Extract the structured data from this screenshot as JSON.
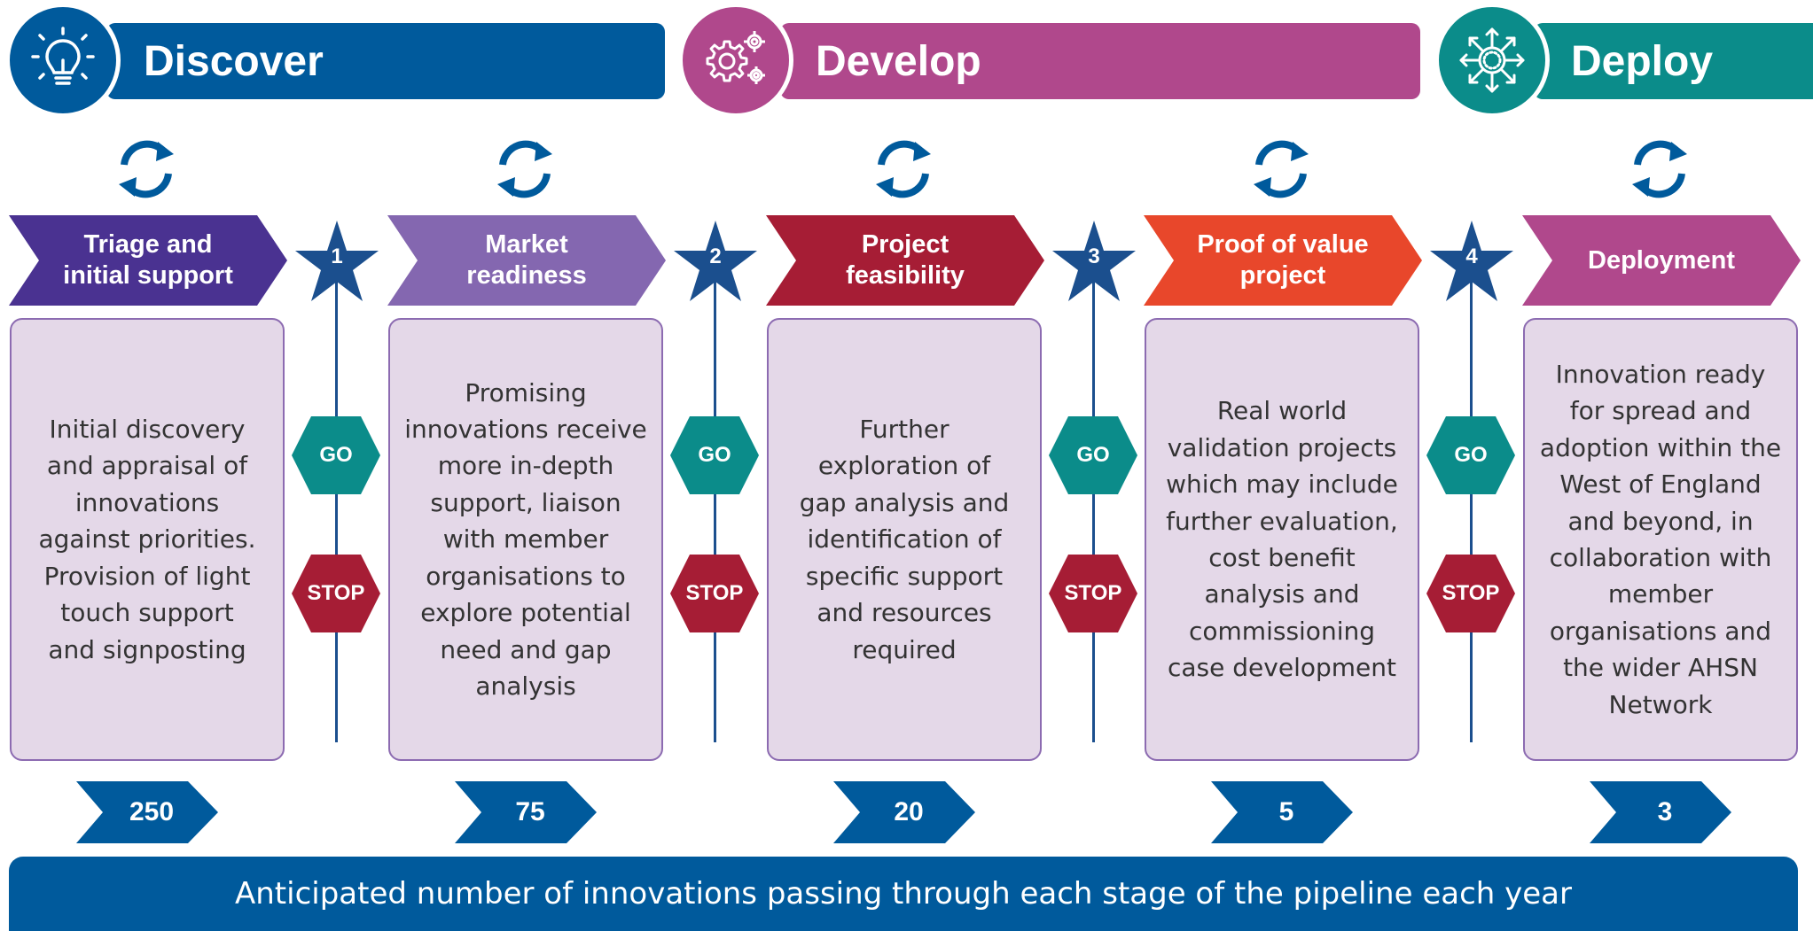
{
  "phases": [
    {
      "label": "Discover",
      "color": "#005a9c",
      "icon": "lightbulb-icon"
    },
    {
      "label": "Develop",
      "color": "#b0488c",
      "icon": "gears-icon"
    },
    {
      "label": "Deploy",
      "color": "#0b8c8a",
      "icon": "network-arrows-icon"
    }
  ],
  "stages": [
    {
      "title": "Triage and\ninitial support",
      "color": "#4a3291",
      "description": "Initial discovery and appraisal of innovations against priorities. Provision of light touch support and signposting",
      "count": "250"
    },
    {
      "title": "Market\nreadiness",
      "color": "#8467b0",
      "description": "Promising innovations receive more in-depth support, liaison with member organisations to explore potential need and gap analysis",
      "count": "75"
    },
    {
      "title": "Project\nfeasibility",
      "color": "#a61d35",
      "description": "Further exploration of gap analysis and identification of specific support and resources required",
      "count": "20"
    },
    {
      "title": "Proof of value\nproject",
      "color": "#e8472b",
      "description": "Real world validation projects which may include further evaluation, cost benefit analysis and commissioning case development",
      "count": "5"
    },
    {
      "title": "Deployment",
      "color": "#b0488c",
      "description": "Innovation ready for spread and adoption within the West of England and beyond, in collaboration with member organisations and the wider AHSN Network",
      "count": "3"
    }
  ],
  "gates": [
    {
      "number": "1",
      "go": "GO",
      "stop": "STOP"
    },
    {
      "number": "2",
      "go": "GO",
      "stop": "STOP"
    },
    {
      "number": "3",
      "go": "GO",
      "stop": "STOP"
    },
    {
      "number": "4",
      "go": "GO",
      "stop": "STOP"
    }
  ],
  "colors": {
    "go": "#0b8c8a",
    "stop": "#a61d35",
    "gate": "#1b4f8e",
    "count_arrow": "#005a9c",
    "cycle": "#005a9c"
  },
  "footer": {
    "text": "Anticipated number of innovations passing through each stage of the pipeline each year"
  }
}
